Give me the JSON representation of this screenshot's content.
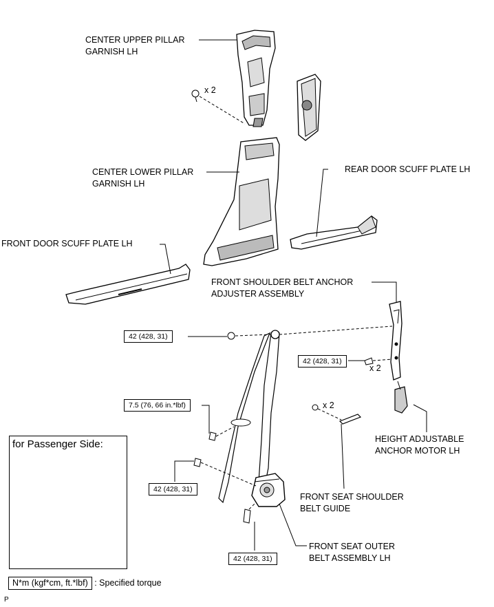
{
  "labels": {
    "center_upper_pillar": [
      "CENTER UPPER PILLAR",
      "GARNISH LH"
    ],
    "center_lower_pillar": [
      "CENTER LOWER PILLAR",
      "GARNISH LH"
    ],
    "rear_door_scuff": [
      "REAR DOOR SCUFF PLATE LH"
    ],
    "front_door_scuff": [
      "FRONT DOOR SCUFF PLATE LH"
    ],
    "shoulder_anchor_adjuster": [
      "FRONT SHOULDER BELT ANCHOR",
      "ADJUSTER ASSEMBLY"
    ],
    "height_adjustable_motor": [
      "HEIGHT ADJUSTABLE",
      "ANCHOR MOTOR LH"
    ],
    "shoulder_belt_guide": [
      "FRONT SEAT SHOULDER",
      "BELT GUIDE"
    ],
    "outer_belt_assembly": [
      "FRONT SEAT OUTER",
      "BELT ASSEMBLY LH"
    ]
  },
  "torques": {
    "anchor_nut": "42 (428, 31)",
    "adjuster_bolt": "42 (428, 31)",
    "guide_bolt": "7.5 (76, 66 in.*lbf)",
    "retractor_bolt": "42 (428, 31)",
    "lower_anchor_bolt": "42 (428, 31)"
  },
  "quantities": {
    "upper_clip": "x 2",
    "adjuster_bolt": "x 2",
    "guide_bolt": "x 2"
  },
  "inset": {
    "title": "for Passenger Side:"
  },
  "legend": {
    "unit": "N*m (kgf*cm, ft.*lbf)",
    "text": ": Specified torque"
  },
  "corner_mark": "P"
}
